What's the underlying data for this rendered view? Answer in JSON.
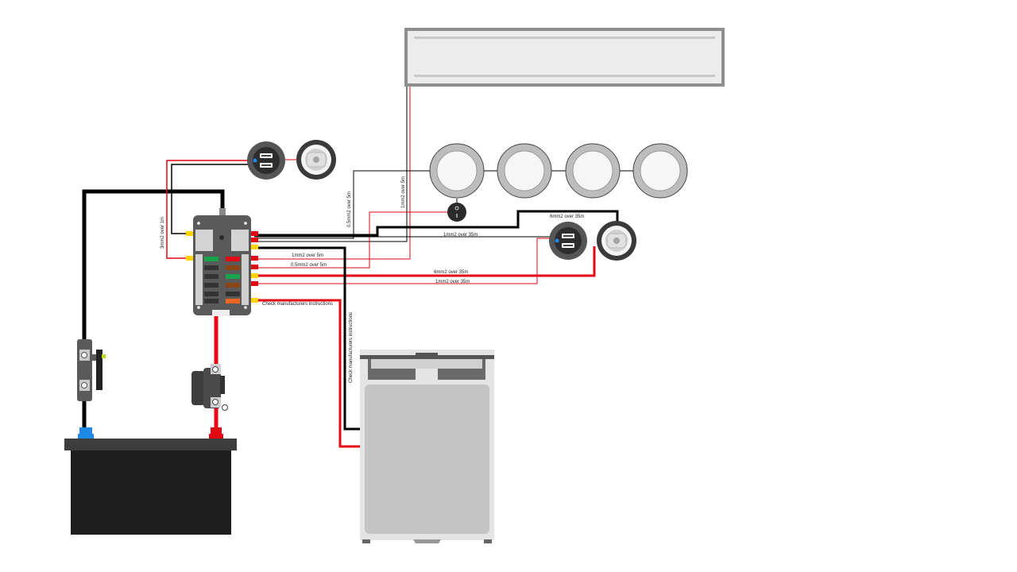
{
  "wire_labels": {
    "aux_supply": "3mm2 over 1m",
    "led_strip": "1mm2 over 5m",
    "spot_lights": "0.5mm2 over 5m",
    "usb_right_pos": "1mm2 over 35m",
    "usb_mid_neg": "1mm2 over 5m",
    "lights_neg": "0.5mm2 over 5m",
    "socket_pos": "6mm2 over 35m",
    "socket_neg": "1mm2 over 35m",
    "socket_top": "6mm2 over 35m",
    "fridge_neg": "Check manufacturers instructions",
    "fridge_pos": "Check manufacturers instructions"
  },
  "colors": {
    "positive": "#e30613",
    "negative": "#000000",
    "fuse_block": "#5a5a5a",
    "battery": "#1e1e1e",
    "fridge": "#dcdcdc",
    "light": "#bcbcbc",
    "usb_led": "#1e88e5"
  },
  "fuses": [
    "green",
    "brown",
    "green",
    "brown",
    "orange"
  ],
  "components": [
    "led-strip-light",
    "spot-light",
    "light-switch",
    "usb-socket",
    "12v-socket",
    "fuse-block",
    "battery-isolator-switch",
    "inline-fuse",
    "battery",
    "fridge"
  ]
}
